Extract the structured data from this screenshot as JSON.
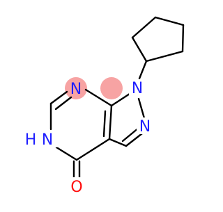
{
  "structure": {
    "atom_labels": {
      "n1": "N",
      "n_ring_left": "N",
      "n_pyrazole": "N",
      "nh": "H",
      "nh_n": "N",
      "oxygen": "O"
    }
  },
  "colors": {
    "nitrogen": "#1f1fff",
    "oxygen": "#ff0d0d",
    "bond": "#000000",
    "highlight": "#f7a3a3"
  }
}
